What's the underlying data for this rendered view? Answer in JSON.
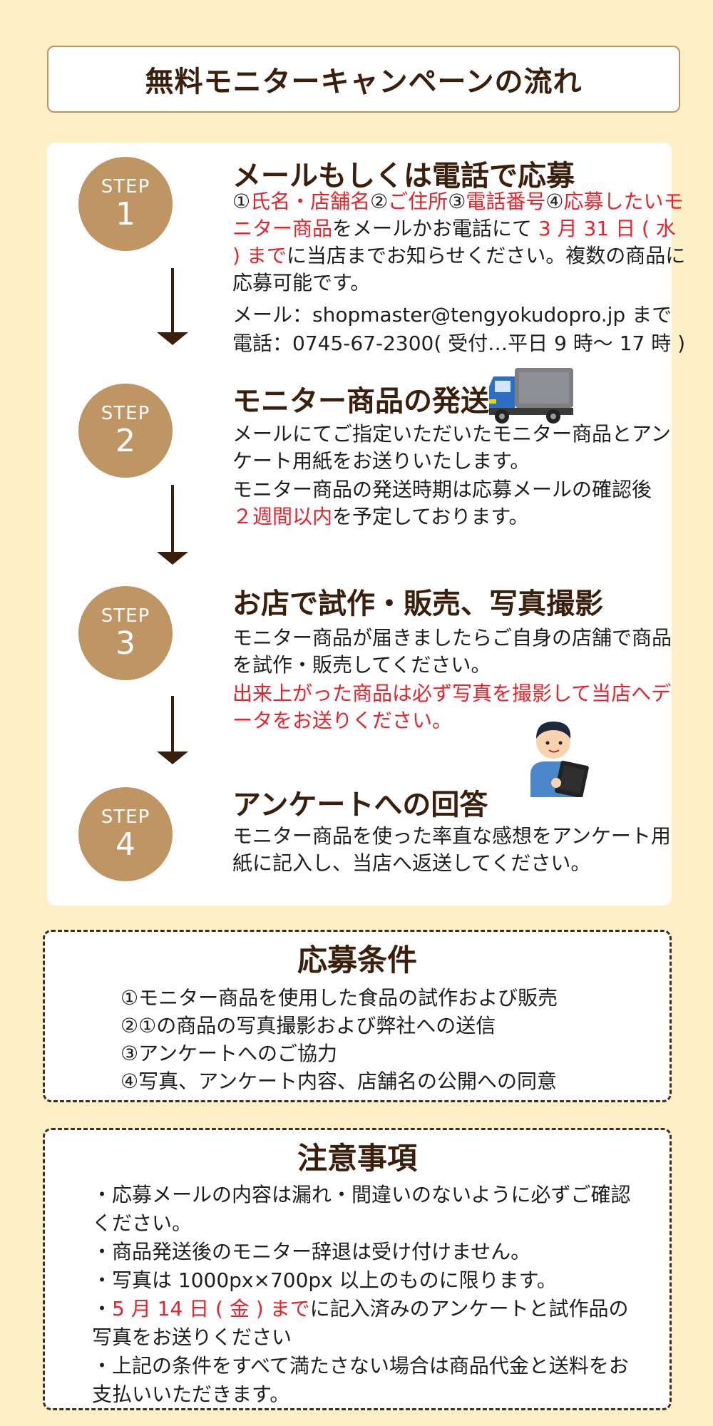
{
  "page_title": "無料モニターキャンペーンの流れ",
  "step_label": "STEP",
  "steps": [
    {
      "number": "1",
      "title": "メールもしくは電話で応募",
      "desc_parts": [
        "①",
        "氏名・店舗名",
        "②",
        "ご住所",
        "③",
        "電話番号",
        "④",
        "応募したいモニター商品",
        "をメールかお電話にて ",
        "3 月 31 日 ( 水 ) まで",
        "に当店までお知らせください。複数の商品に応募可能です。"
      ],
      "mail": "メール：shopmaster@tengyokudopro.jp まで",
      "phone": "電話：0745-67-2300( 受付…平日 9 時〜 17 時 )"
    },
    {
      "number": "2",
      "title": "モニター商品の発送",
      "desc1": "メールにてご指定いただいたモニター商品とアンケート用紙をお送りいたします。",
      "desc2_a": "モニター商品の発送時期は応募メールの確認後",
      "desc2_red": "２週間以内",
      "desc2_b": "を予定しております。"
    },
    {
      "number": "3",
      "title": "お店で試作・販売、写真撮影",
      "desc1": "モニター商品が届きましたらご自身の店舗で商品を試作・販売してください。",
      "desc2_red": "出来上がった商品は必ず写真を撮影して当店へデータをお送りください。"
    },
    {
      "number": "4",
      "title": "アンケートへの回答",
      "desc1": "モニター商品を使った率直な感想をアンケート用紙に記入し、当店へ返送してください。"
    }
  ],
  "conditions": {
    "title": "応募条件",
    "items": [
      "①モニター商品を使用した食品の試作および販売",
      "②①の商品の写真撮影および弊社への送信",
      "③アンケートへのご協力",
      "④写真、アンケート内容、店舗名の公開への同意"
    ]
  },
  "notes": {
    "title": "注意事項",
    "item1": "・応募メールの内容は漏れ・間違いのないように必ずご確認ください。",
    "item2": "・商品発送後のモニター辞退は受け付けません。",
    "item3": "・写真は 1000px×700px 以上のものに限ります。",
    "item4_dot": "・",
    "item4_red": "5 月 14 日 ( 金 ) まで",
    "item4_rest": "に記入済みのアンケートと試作品の写真をお送りください",
    "item5": "・上記の条件をすべて満たさない場合は商品代金と送料をお支払いいただきます。"
  },
  "colors": {
    "background": "#fdefc6",
    "step_circle": "#bf9563",
    "heading_brown": "#3a200c",
    "accent_red": "#e6232a"
  },
  "icons": [
    "delivery-truck-icon",
    "person-clipboard-icon"
  ]
}
